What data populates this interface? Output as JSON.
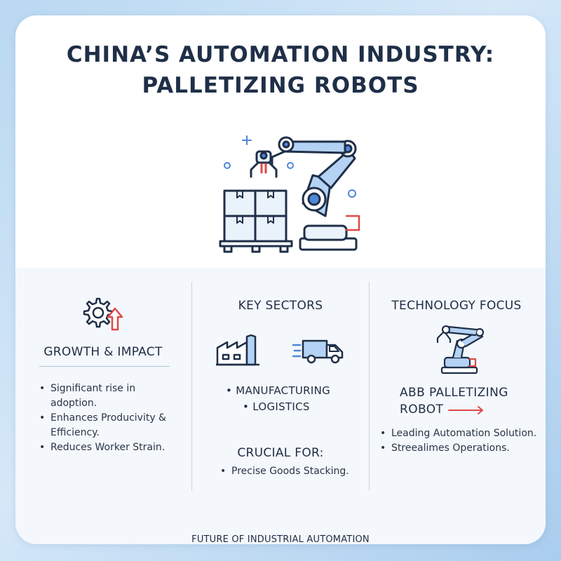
{
  "title": {
    "line1": "CHINA’S AUTOMATION INDUSTRY:",
    "line2": "PALLETIZING ROBOTS"
  },
  "hero": {
    "icon": "robot-arm-palletizing-boxes-icon"
  },
  "growth": {
    "icon": "gear-up-arrow-icon",
    "title": "GROWTH & IMPACT",
    "bullets": [
      [
        "Significant rise in",
        "adoption."
      ],
      [
        "Enhances Producivity &",
        "Efficiency."
      ],
      [
        "Reduces Worker Strain."
      ]
    ]
  },
  "sectors": {
    "title": "KEY SECTORS",
    "icons": [
      "factory-icon",
      "delivery-truck-icon"
    ],
    "items": [
      "MANUFACTURING",
      "LOGISTICS"
    ],
    "crucial_title": "CRUCIAL FOR:",
    "crucial_bullets": [
      "Precise Goods Stacking."
    ]
  },
  "technology": {
    "title": "TECHNOLOGY FOCUS",
    "icon": "robot-arm-icon",
    "product_line1": "ABB PALLETIZING",
    "product_line2": "ROBOT",
    "arrow_icon": "right-arrow-icon",
    "bullets": [
      [
        "Leading Automation Solution."
      ],
      [
        "Streealimes Operations."
      ]
    ]
  },
  "footer": "FUTURE OF INDUSTRIAL AUTOMATION",
  "colors": {
    "navy": "#1f2f48",
    "accent_blue": "#4f86d9",
    "light_blue": "#b4d2f3",
    "accent_red": "#e04848"
  }
}
